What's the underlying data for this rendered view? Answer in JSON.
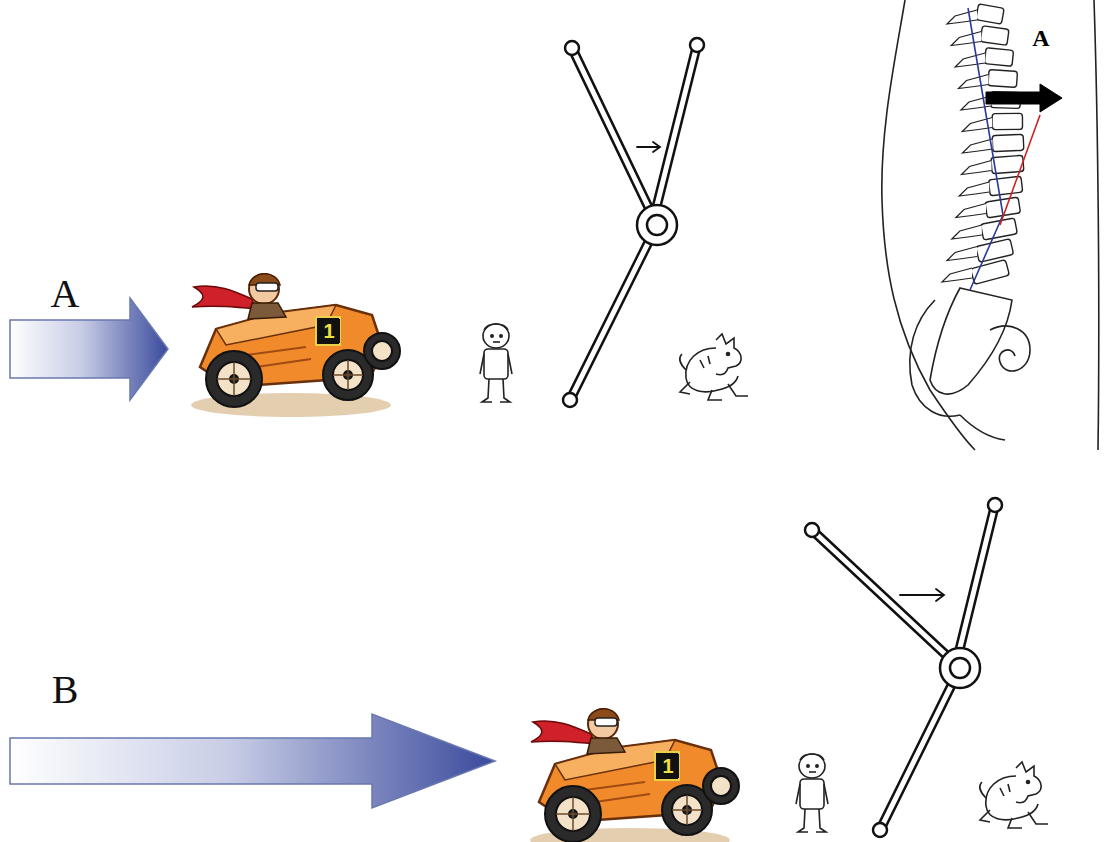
{
  "diagram": {
    "labels": [
      "A",
      "A",
      "1",
      "B",
      "1"
    ]
  }
}
